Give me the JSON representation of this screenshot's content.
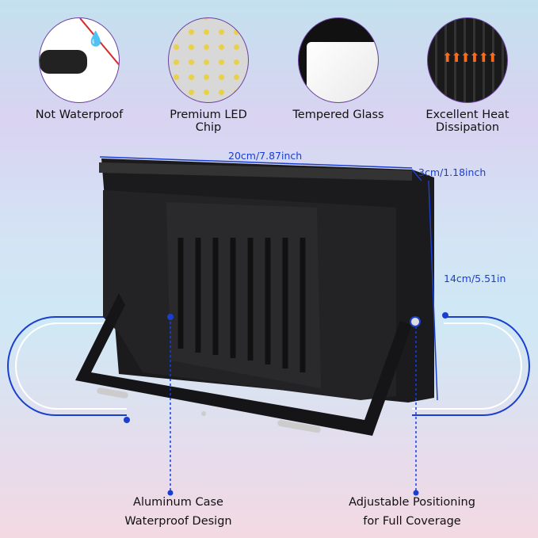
{
  "features": [
    {
      "label": "Not Waterproof",
      "icon": "no-water-plug-icon"
    },
    {
      "label": "Premium LED Chip",
      "icon": "led-chip-icon"
    },
    {
      "label": "Tempered Glass",
      "icon": "tempered-glass-icon"
    },
    {
      "label": "Excellent Heat Dissipation",
      "icon": "heat-dissipation-icon"
    }
  ],
  "dimensions": {
    "width": "20cm/7.87inch",
    "depth": "3cm/1.18inch",
    "height": "14cm/5.51in"
  },
  "callouts": {
    "left": {
      "line1": "Aluminum Case",
      "line2": "Waterproof Design"
    },
    "right": {
      "line1": "Adjustable Positioning",
      "line2": "for Full Coverage"
    }
  },
  "colors": {
    "accent": "#1a3fd0",
    "ring": "#6b3fa0"
  }
}
